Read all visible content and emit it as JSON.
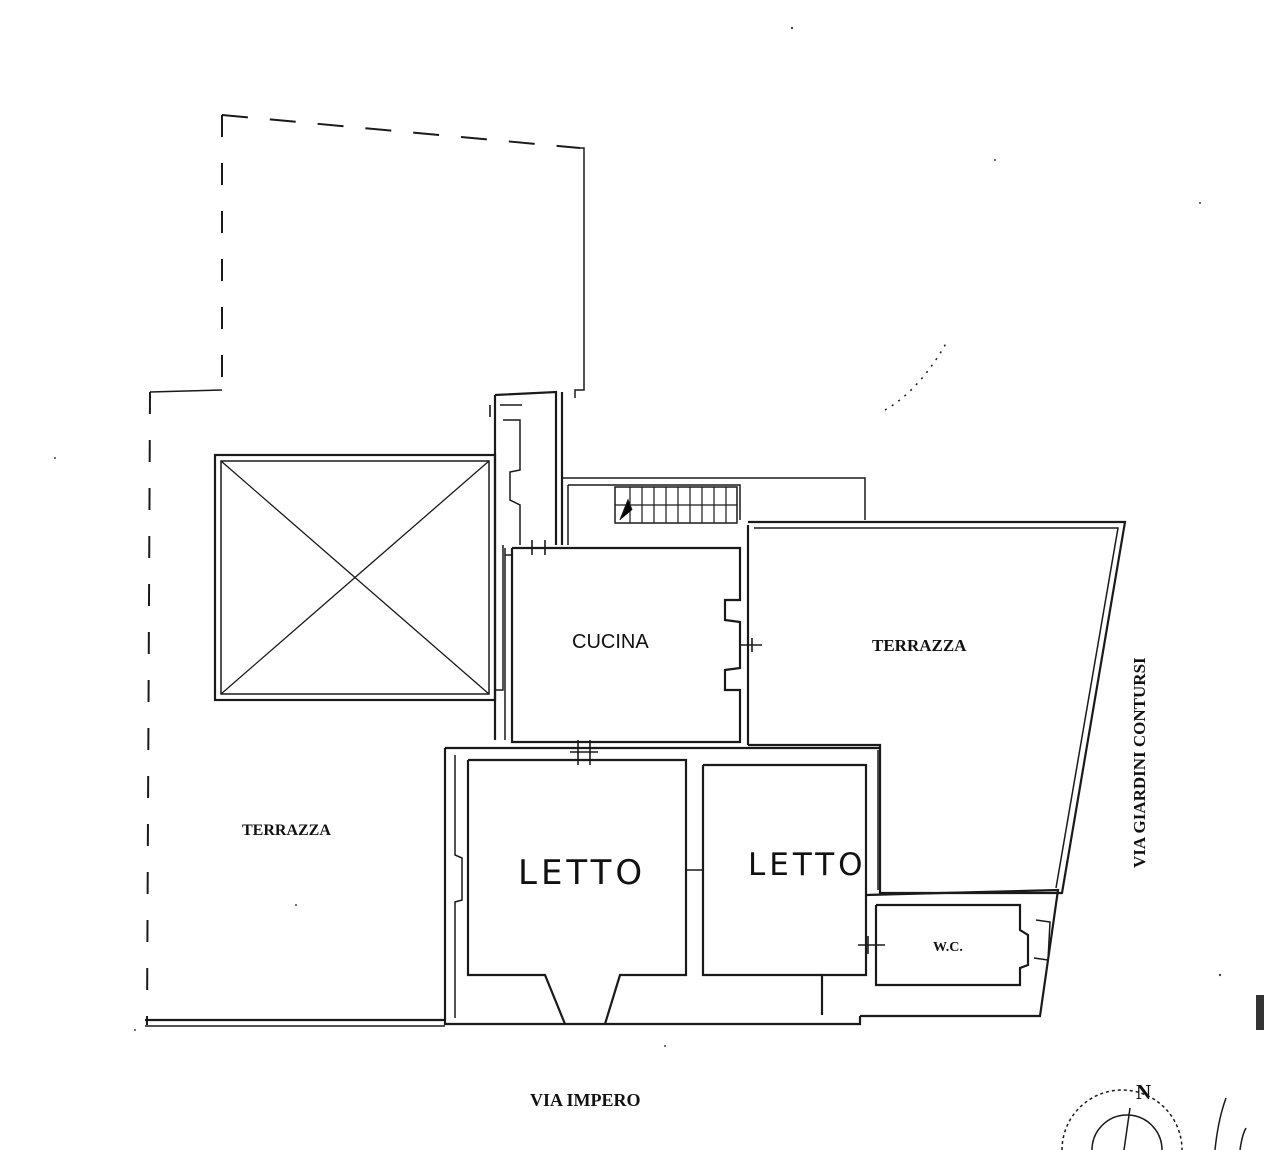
{
  "rooms": {
    "cucina": "CUCINA",
    "terrazza_east": "TERRAZZA",
    "terrazza_west": "TERRAZZA",
    "letto_1": "LETTO",
    "letto_2": "LETTO",
    "wc": "W.C."
  },
  "streets": {
    "south": "VIA IMPERO",
    "east": "VIA GIARDINI CONTURSI"
  },
  "compass": {
    "north": "N"
  }
}
